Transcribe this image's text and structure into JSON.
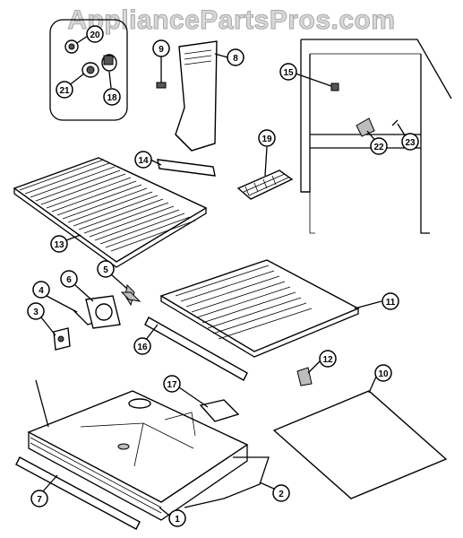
{
  "watermark": "AppliancePartsPros.com",
  "callouts": [
    {
      "id": "c20",
      "label": "20"
    },
    {
      "id": "c21",
      "label": "21"
    },
    {
      "id": "c18",
      "label": "18"
    },
    {
      "id": "c9",
      "label": "9"
    },
    {
      "id": "c8",
      "label": "8"
    },
    {
      "id": "c15",
      "label": "15"
    },
    {
      "id": "c22",
      "label": "22"
    },
    {
      "id": "c23",
      "label": "23"
    },
    {
      "id": "c19",
      "label": "19"
    },
    {
      "id": "c14",
      "label": "14"
    },
    {
      "id": "c13",
      "label": "13"
    },
    {
      "id": "c5",
      "label": "5"
    },
    {
      "id": "c4",
      "label": "4"
    },
    {
      "id": "c6",
      "label": "6"
    },
    {
      "id": "c3",
      "label": "3"
    },
    {
      "id": "c11",
      "label": "11"
    },
    {
      "id": "c16",
      "label": "16"
    },
    {
      "id": "c12",
      "label": "12"
    },
    {
      "id": "c17",
      "label": "17"
    },
    {
      "id": "c10",
      "label": "10"
    },
    {
      "id": "c7",
      "label": "7"
    },
    {
      "id": "c2",
      "label": "2"
    },
    {
      "id": "c1",
      "label": "1"
    }
  ]
}
